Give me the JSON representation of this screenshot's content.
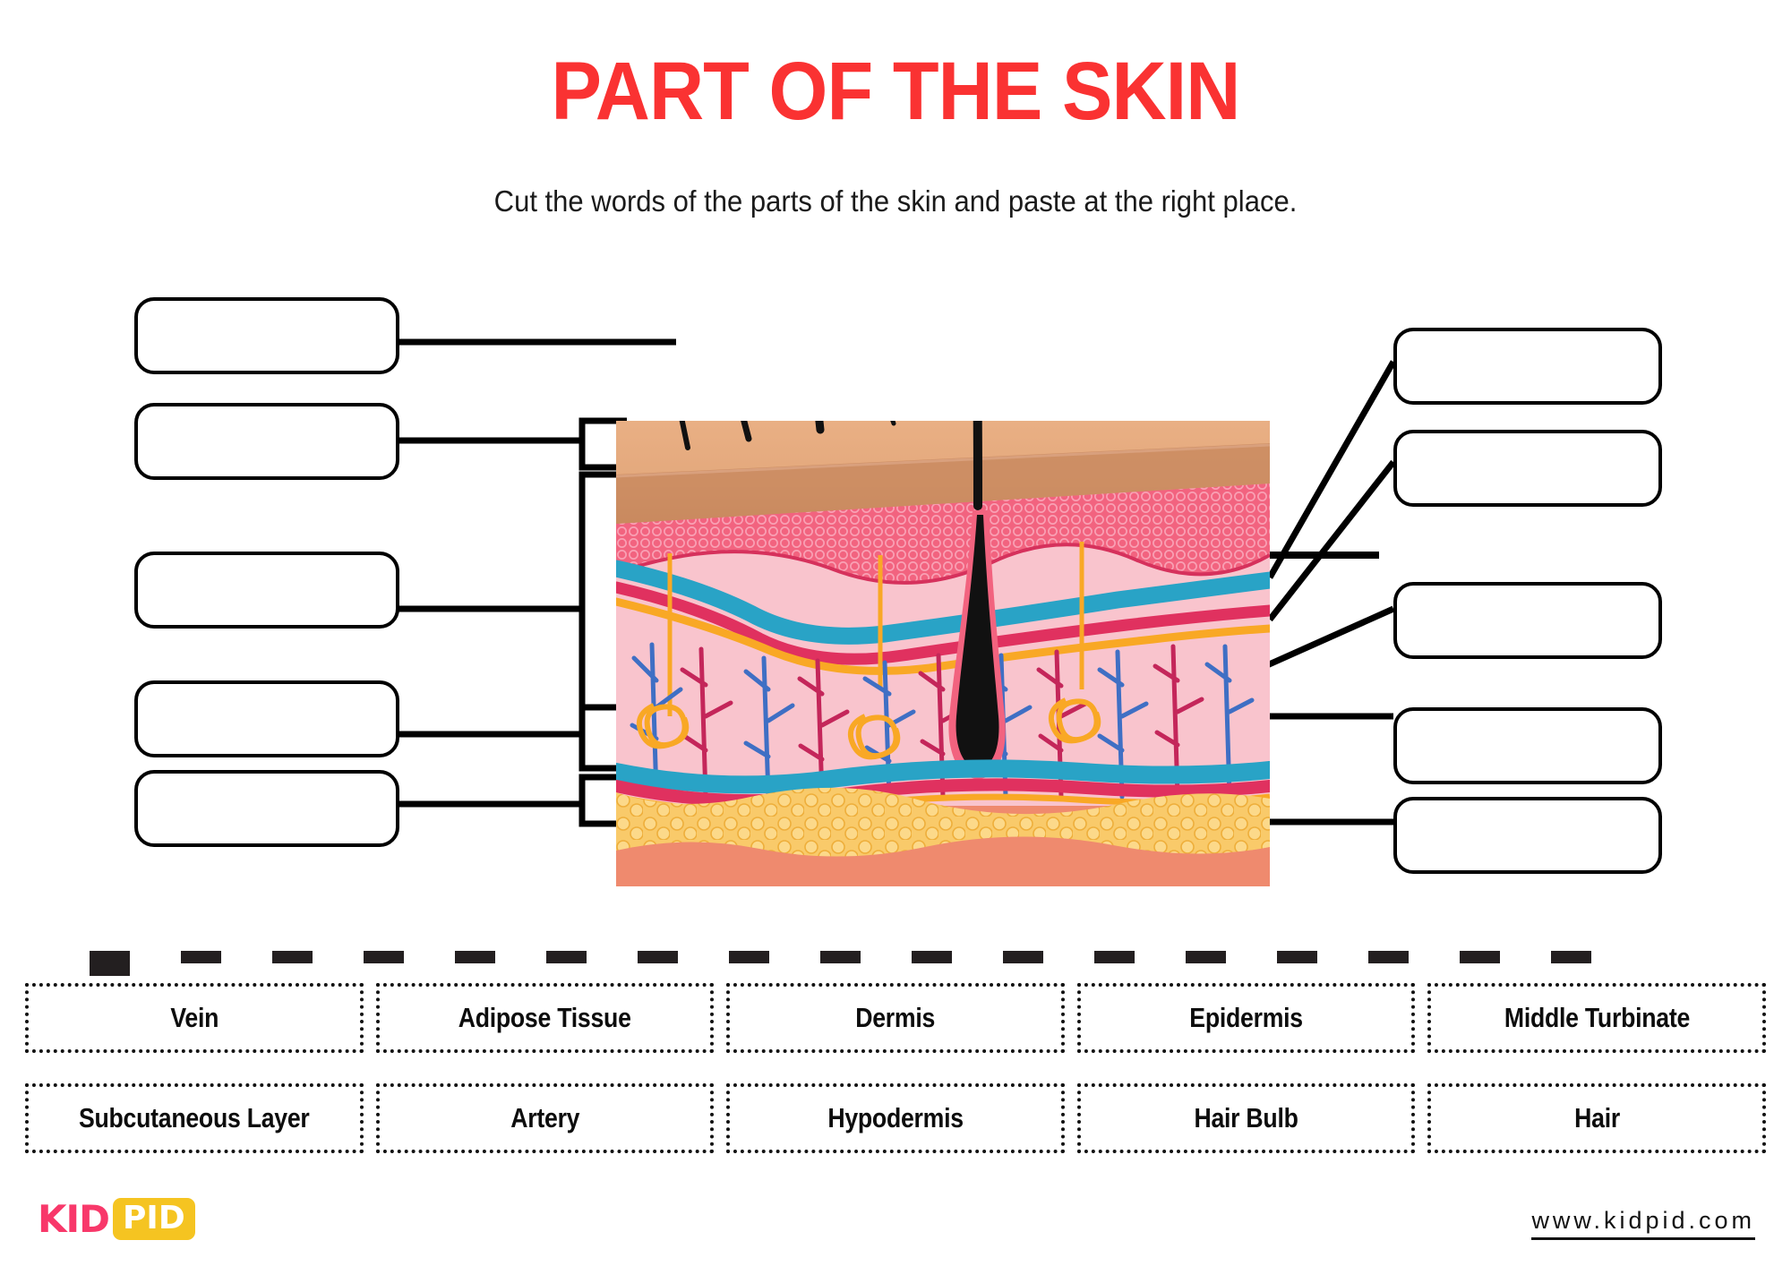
{
  "header": {
    "title": "PART OF THE SKIN",
    "subtitle": "Cut the words of the parts of the skin and paste at the right place."
  },
  "colors": {
    "title_red": "#fa3232",
    "logo_pink": "#f8386a",
    "logo_yellow": "#f5c421",
    "epidermis_tan": "#e8ac7e",
    "epidermis_dark_tan": "#c98a5f",
    "stratum_pink": "#f2637f",
    "dermis_pink": "#f9c4cd",
    "vein_blue": "#29a3c6",
    "artery_red": "#e0315f",
    "nerve_orange": "#f9a825",
    "fat_yellow": "#f9c74f",
    "base_salmon": "#ef8a6e",
    "hair_black": "#111111"
  },
  "answer_boxes": {
    "left": [
      {
        "name": "left-box-1",
        "value": ""
      },
      {
        "name": "left-box-2",
        "value": ""
      },
      {
        "name": "left-box-3",
        "value": ""
      },
      {
        "name": "left-box-4",
        "value": ""
      },
      {
        "name": "left-box-5",
        "value": ""
      }
    ],
    "right": [
      {
        "name": "right-box-1",
        "value": ""
      },
      {
        "name": "right-box-2",
        "value": ""
      },
      {
        "name": "right-box-3",
        "value": ""
      },
      {
        "name": "right-box-4",
        "value": ""
      },
      {
        "name": "right-box-5",
        "value": ""
      }
    ]
  },
  "word_bank": {
    "row1": [
      "Vein",
      "Adipose Tissue",
      "Dermis",
      "Epidermis",
      "Middle Turbinate"
    ],
    "row2": [
      "Subcutaneous Layer",
      "Artery",
      "Hypodermis",
      "Hair Bulb",
      "Hair"
    ]
  },
  "footer": {
    "logo_kid": "KID",
    "logo_pid": "PID",
    "website": "www.kidpid.com"
  }
}
